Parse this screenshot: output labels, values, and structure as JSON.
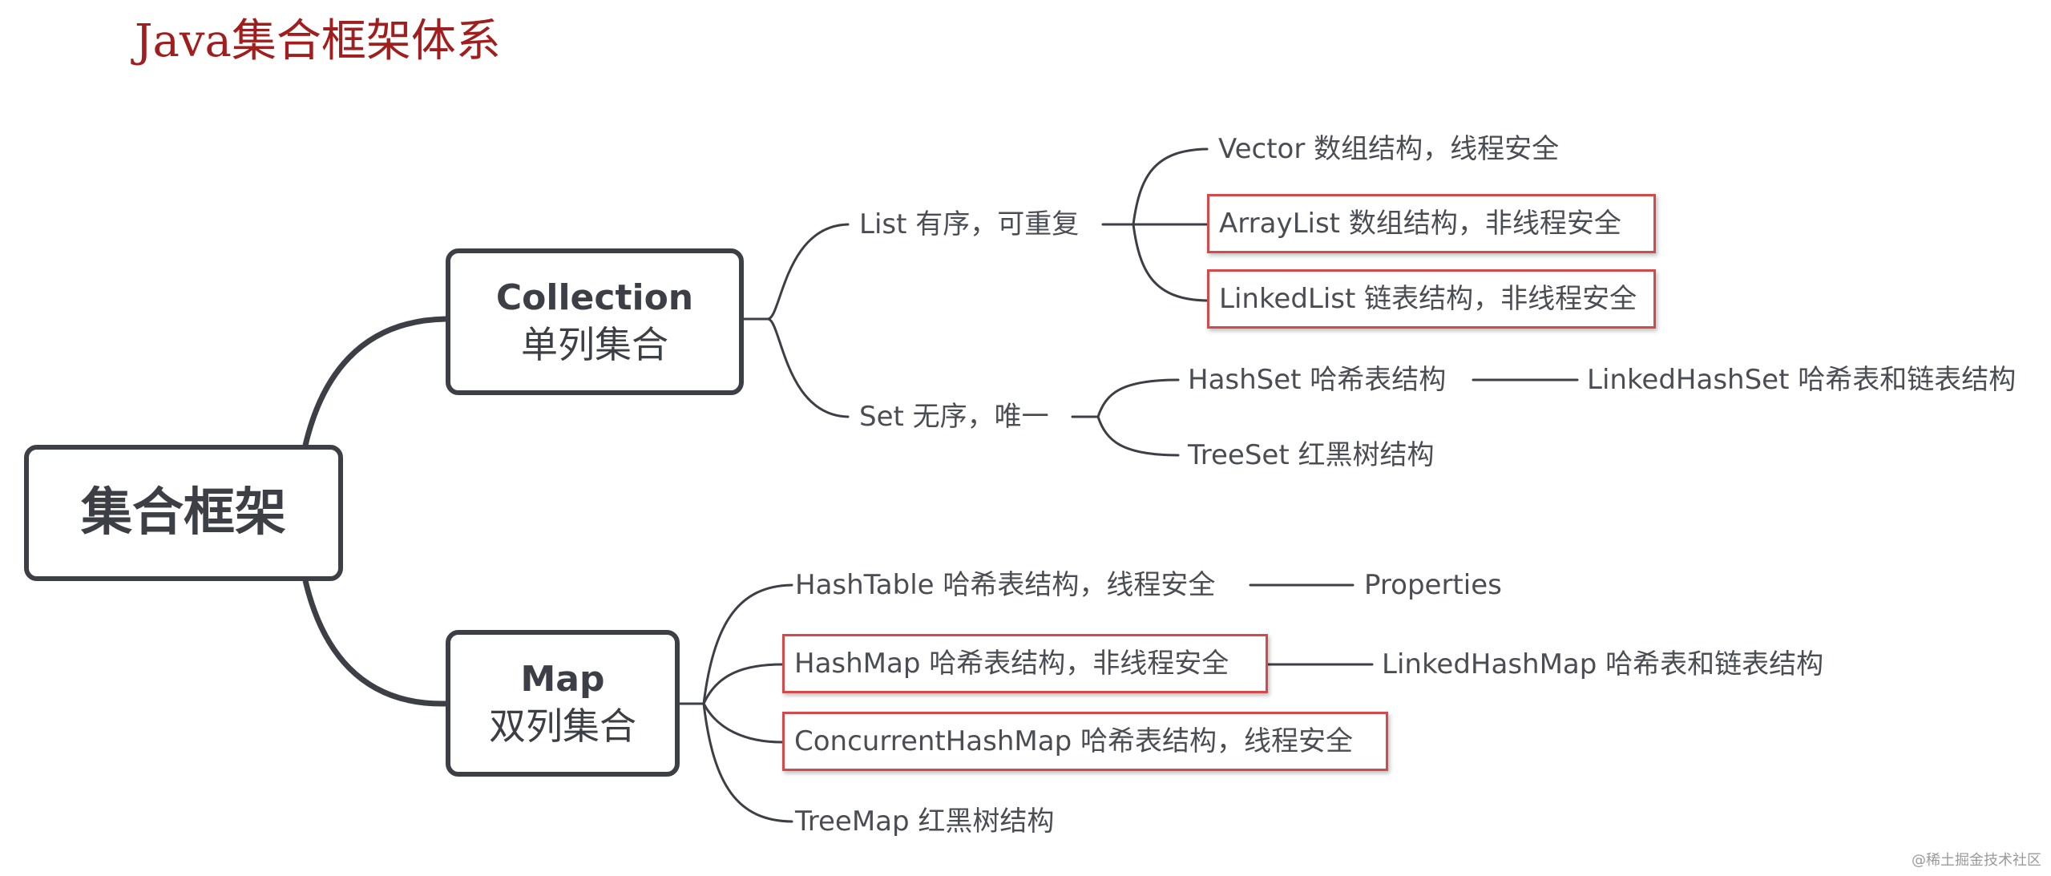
{
  "title": "Java集合框架体系",
  "root": {
    "label": "集合框架"
  },
  "collection": {
    "name": "Collection",
    "desc": "单列集合"
  },
  "map": {
    "name": "Map",
    "desc": "双列集合"
  },
  "list": {
    "label": "List  有序，可重复"
  },
  "set": {
    "label": "Set  无序，唯一"
  },
  "list_children": [
    {
      "label": "Vector  数组结构，线程安全",
      "highlighted": false
    },
    {
      "label": "ArrayList  数组结构，非线程安全",
      "highlighted": true
    },
    {
      "label": "LinkedList  链表结构，非线程安全",
      "highlighted": true
    }
  ],
  "set_children": [
    {
      "label": "HashSet  哈希表结构",
      "child": "LinkedHashSet  哈希表和链表结构"
    },
    {
      "label": "TreeSet  红黑树结构"
    }
  ],
  "map_children": [
    {
      "label": "HashTable  哈希表结构，线程安全",
      "highlighted": false,
      "child": "Properties"
    },
    {
      "label": "HashMap  哈希表结构，非线程安全",
      "highlighted": true,
      "child": "LinkedHashMap  哈希表和链表结构"
    },
    {
      "label": "ConcurrentHashMap  哈希表结构，线程安全",
      "highlighted": true
    },
    {
      "label": "TreeMap   红黑树结构",
      "highlighted": false
    }
  ],
  "watermark": "@稀土掘金技术社区",
  "colors": {
    "line": "#3c3f46",
    "highlight_border": "#d44a4a",
    "title": "#a01e1e",
    "text": "#4a4d54"
  }
}
